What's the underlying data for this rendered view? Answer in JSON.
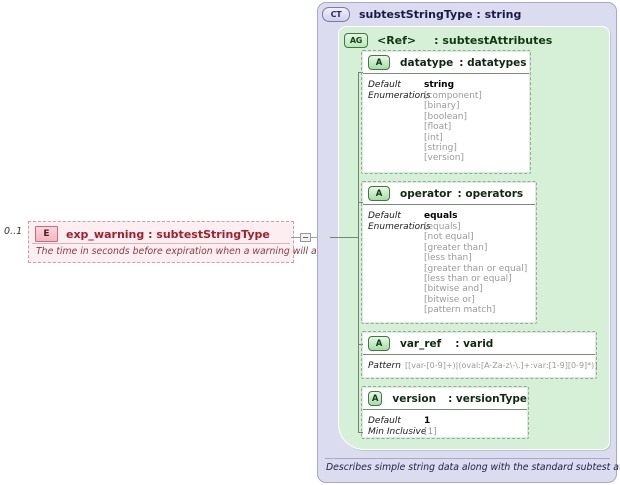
{
  "element": {
    "cardinality": "0..1",
    "badge": "E",
    "title": "exp_warning : subtestStringType",
    "annotation": "The time in seconds before expiration when a warning will appear"
  },
  "complex_type": {
    "badge": "CT",
    "title": "subtestStringType : string",
    "caption": "Describes simple string data along with the standard subtest attributes."
  },
  "attribute_group": {
    "badge": "AG",
    "ref": "<Ref>",
    "type": ": subtestAttributes"
  },
  "attributes": [
    {
      "badge": "A",
      "name": "datatype",
      "type": ": datatypes",
      "facets": [
        {
          "label": "Default",
          "value": "string"
        },
        {
          "label": "Enumerations",
          "value": ""
        }
      ],
      "enumerations": [
        "[component]",
        "[binary]",
        "[boolean]",
        "[float]",
        "[int]",
        "[string]",
        "[version]"
      ]
    },
    {
      "badge": "A",
      "name": "operator",
      "type": ": operators",
      "facets": [
        {
          "label": "Default",
          "value": "equals"
        },
        {
          "label": "Enumerations",
          "value": ""
        }
      ],
      "enumerations": [
        "[equals]",
        "[not equal]",
        "[greater than]",
        "[less than]",
        "[greater than or equal]",
        "[less than or equal]",
        "[bitwise and]",
        "[bitwise or]",
        "[pattern match]"
      ]
    },
    {
      "badge": "A",
      "name": "var_ref",
      "type": ": varid",
      "facets": [
        {
          "label": "Pattern",
          "value": ""
        }
      ],
      "pattern": "[[var-[0-9]+)|(oval:[A-Za-z\\-\\.]+:var:[1-9][0-9]*)]"
    },
    {
      "badge": "A",
      "name": "version",
      "type": ": versionType",
      "facets": [
        {
          "label": "Default",
          "value": "1"
        },
        {
          "label": "Min Inclusive",
          "value": "[1]"
        }
      ]
    }
  ],
  "colors": {
    "element_fill": "#fdeff1",
    "element_text": "#a02030",
    "ct_fill": "#dcdcf0",
    "ag_fill": "#d6f0d8",
    "attr_text": "#0f2a0f",
    "enum_text": "#9a9a9a"
  }
}
